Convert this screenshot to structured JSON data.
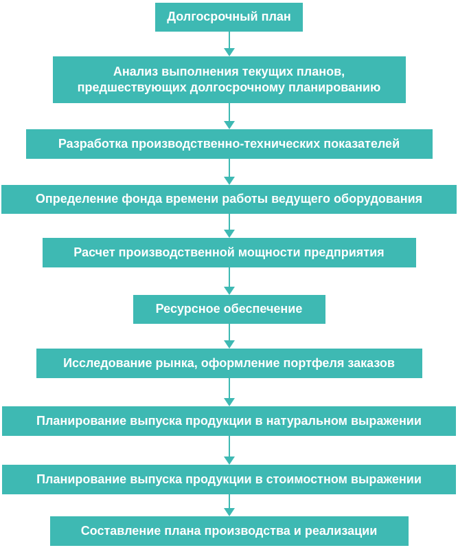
{
  "diagram": {
    "type": "flowchart",
    "direction": "top-down",
    "accent_color": "#3EB9B3",
    "text_color": "#FFFFFF",
    "background_color": "#FFFFFF",
    "connector": "arrow-down",
    "steps": [
      {
        "label": "Долгосрочный план"
      },
      {
        "label": "Анализ выполнения текущих планов, предшествующих долгосрочному планированию"
      },
      {
        "label": "Разработка производственно-технических показателей"
      },
      {
        "label": "Определение фонда времени работы ведущего оборудования"
      },
      {
        "label": "Расчет производственной мощности предприятия"
      },
      {
        "label": "Ресурсное обеспечение"
      },
      {
        "label": "Исследование рынка, оформление портфеля заказов"
      },
      {
        "label": "Планирование выпуска продукции в натуральном выражении"
      },
      {
        "label": "Планирование выпуска продукции в стоимостном выражении"
      },
      {
        "label": "Составление плана производства и реализации"
      }
    ]
  }
}
